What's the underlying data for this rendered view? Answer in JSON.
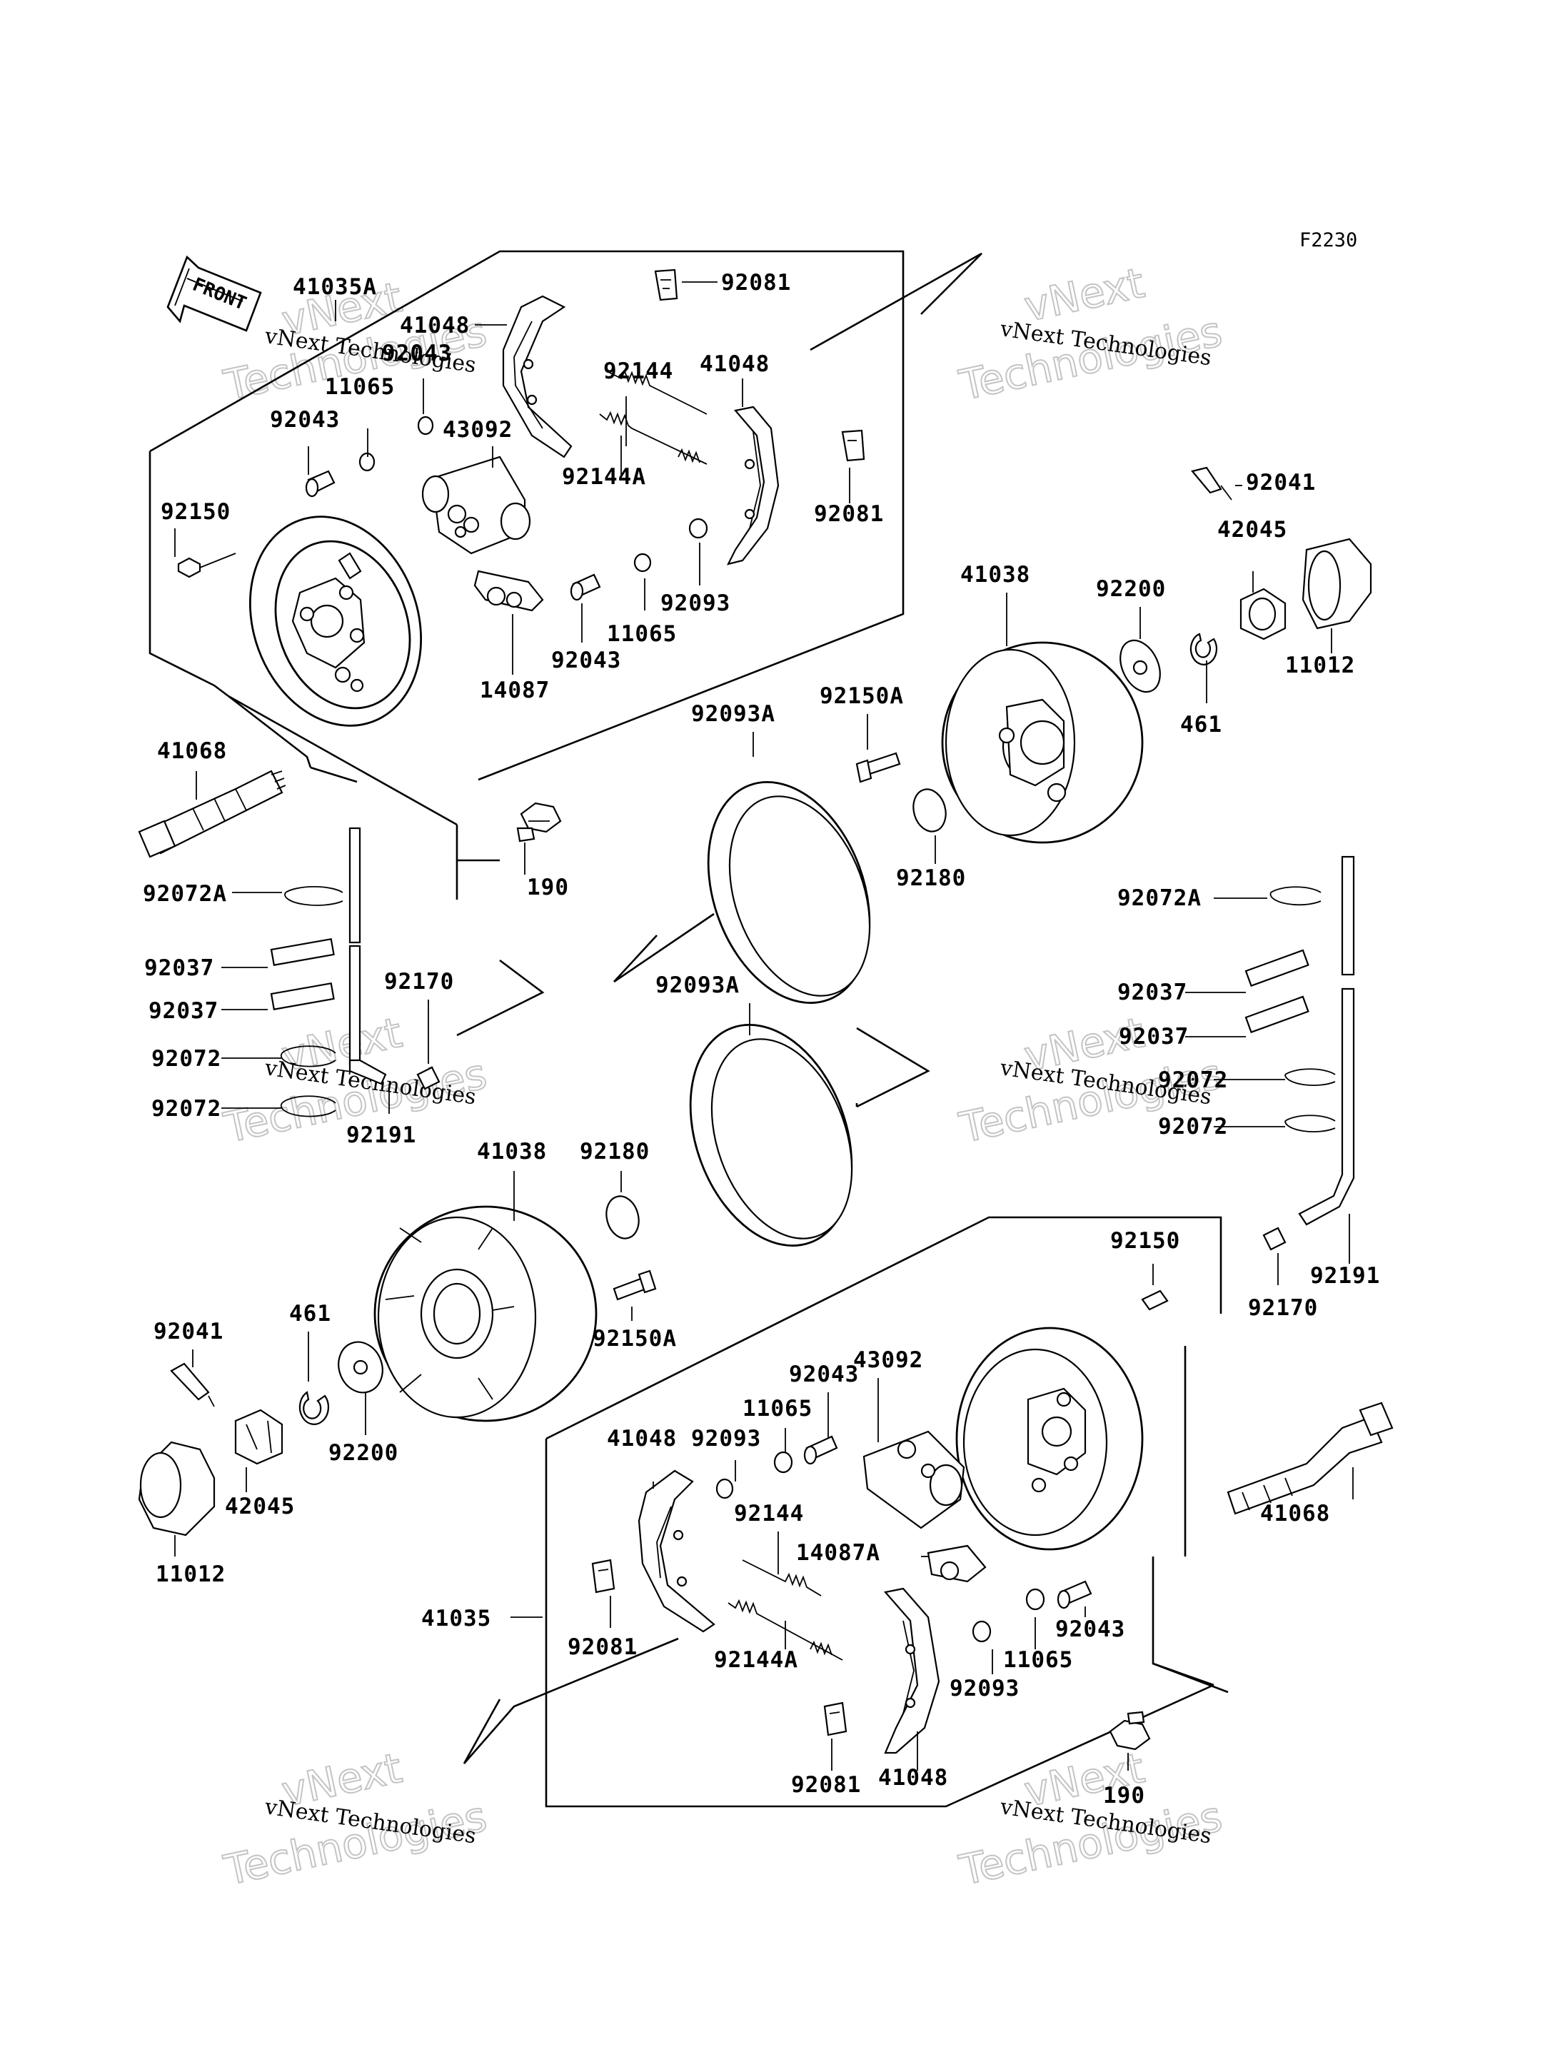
{
  "diagram_code": "F2230",
  "front_arrow_label": "FRONT",
  "watermark": {
    "company": "vNext Technologies",
    "line1": "vNext",
    "line2": "Technologies"
  },
  "parts": {
    "p41035A": "41035A",
    "p41035": "41035",
    "p41048": "41048",
    "p92043": "92043",
    "p11065": "11065",
    "p43092": "43092",
    "p92150": "92150",
    "p92150A": "92150A",
    "p92081": "92081",
    "p92144": "92144",
    "p92144A": "92144A",
    "p92093": "92093",
    "p92093A": "92093A",
    "p14087": "14087",
    "p14087A": "14087A",
    "p41068": "41068",
    "p190": "190",
    "p92072A": "92072A",
    "p92072": "92072",
    "p92037": "92037",
    "p92170": "92170",
    "p92191": "92191",
    "p41038": "41038",
    "p92180": "92180",
    "p92200": "92200",
    "p461": "461",
    "p42045": "42045",
    "p11012": "11012",
    "p92041": "92041"
  }
}
